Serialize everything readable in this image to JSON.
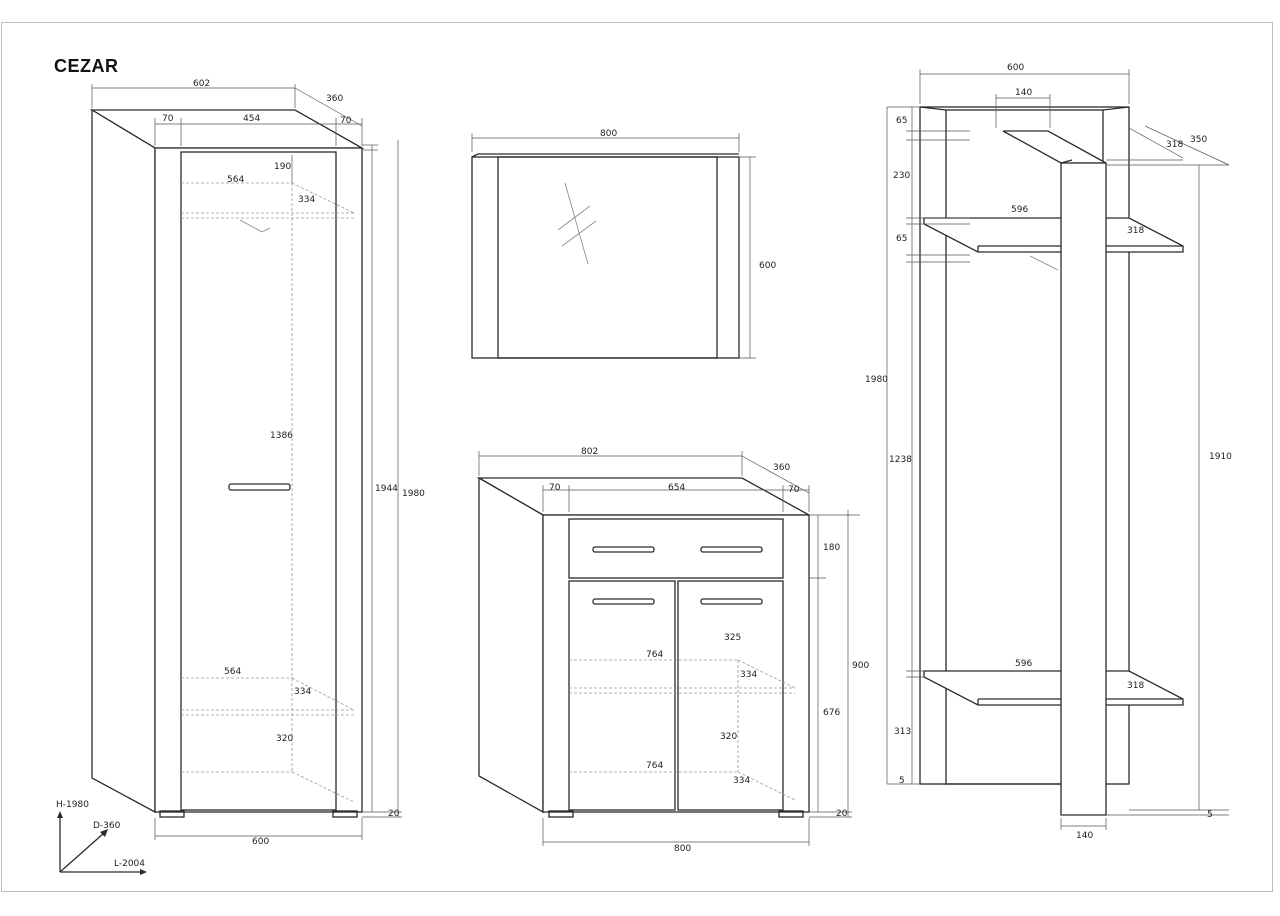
{
  "title": "CEZAR",
  "wardrobe": {
    "width": "602",
    "depth": "360",
    "side_left": "70",
    "door_width": "454",
    "side_right": "70",
    "rail_offset": "190",
    "shelf_top_width": "564",
    "shelf_top_depth": "334",
    "interior_height": "1386",
    "shelf_bottom_width": "564",
    "shelf_bottom_depth": "334",
    "bottom_gap": "320",
    "front_height": "1944",
    "total_height": "1980",
    "base_width": "600",
    "feet": "20"
  },
  "mirror": {
    "width": "800",
    "height": "600"
  },
  "chest": {
    "width": "802",
    "depth": "360",
    "side_left": "70",
    "inner_width": "654",
    "side_right": "70",
    "drawer_height": "180",
    "door_height": "325",
    "shelf_width_upper": "764",
    "shelf_depth_upper": "334",
    "total_height": "900",
    "door_total": "676",
    "lower_gap": "320",
    "shelf_width_lower": "764",
    "shelf_depth_lower": "334",
    "feet": "20",
    "base_width": "800"
  },
  "hallstand": {
    "width": "600",
    "hook_width": "140",
    "top_rail": "65",
    "upper_gap": "230",
    "lower_rail": "65",
    "shelf_width_top": "596",
    "shelf_depth_top": "318",
    "top_depth_a": "318",
    "top_depth_b": "350",
    "total_height": "1980",
    "middle_gap": "1238",
    "side_height": "1910",
    "shelf_width_bottom": "596",
    "shelf_depth_bottom": "318",
    "bottom_gap": "313",
    "foot": "5",
    "foot_right": "5",
    "panel_width": "140"
  },
  "axes": {
    "height_label": "H-1980",
    "depth_label": "D-360",
    "length_label": "L-2004"
  }
}
